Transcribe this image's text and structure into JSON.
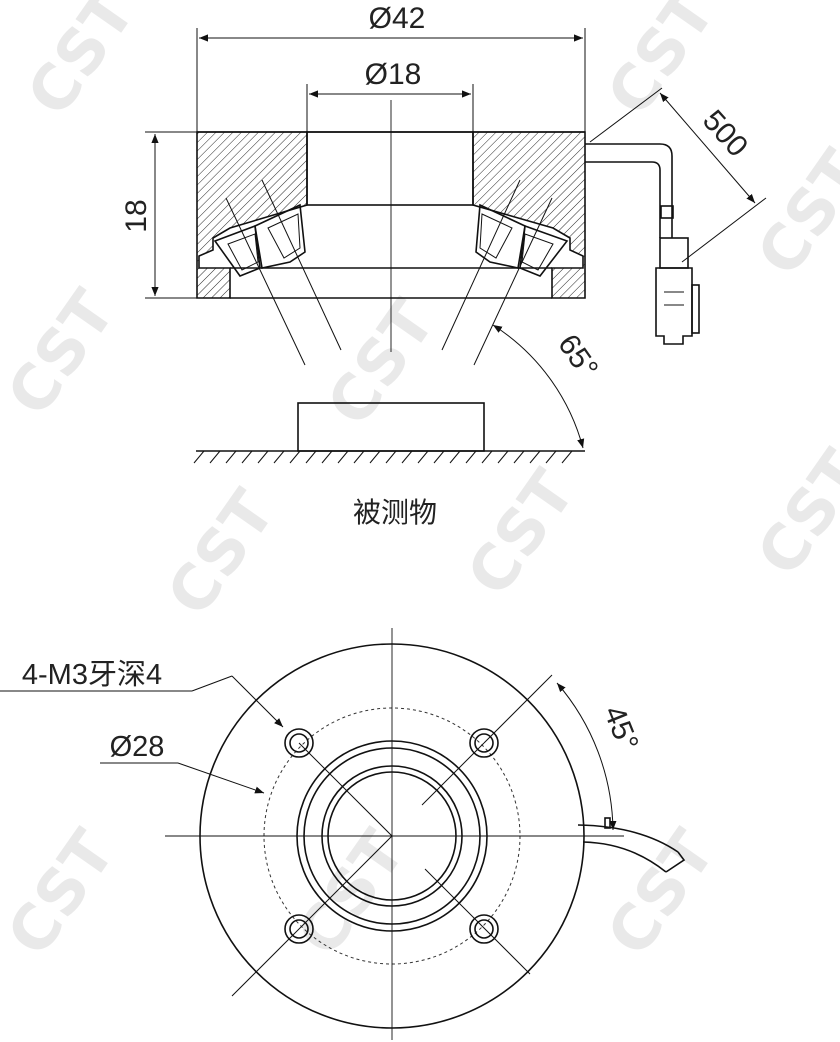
{
  "side_view": {
    "dim_outer_diameter": "Ø42",
    "dim_inner_diameter": "Ø18",
    "dim_height": "18",
    "dim_cable_length": "500",
    "dim_angle": "65°",
    "object_label": "被测物"
  },
  "top_view": {
    "thread_callout": "4-M3牙深4",
    "bolt_circle": "Ø28",
    "angle": "45°"
  },
  "watermark": "CST",
  "colors": {
    "line": "#111111",
    "watermark": "#e9e9e9"
  }
}
